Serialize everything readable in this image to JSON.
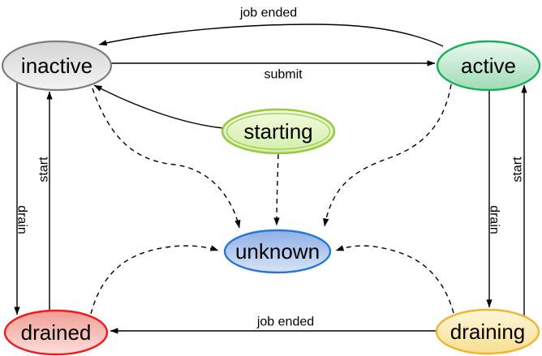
{
  "diagram_type": "state-machine",
  "background_color": "#ffffff",
  "text_color": "#000000",
  "edge_color": "#000000",
  "nodes": [
    {
      "id": "inactive",
      "label": "inactive",
      "border_color": "#7d7d7d",
      "fill_top": "#d5d5d5",
      "fill_bottom": "#f4f4f4",
      "double_border": false
    },
    {
      "id": "active",
      "label": "active",
      "border_color": "#17af57",
      "fill_top": "#ebf9f0",
      "fill_bottom": "#9edbb5",
      "double_border": false
    },
    {
      "id": "starting",
      "label": "starting",
      "border_color": "#96ca40",
      "fill_top": "#f2fbe0",
      "fill_bottom": "#d4eda8",
      "double_border": true
    },
    {
      "id": "unknown",
      "label": "unknown",
      "border_color": "#2478d4",
      "fill_top": "#8fb0e6",
      "fill_bottom": "#d8e3f8",
      "double_border": false
    },
    {
      "id": "drained",
      "label": "drained",
      "border_color": "#f21a1a",
      "fill_top": "#f09d96",
      "fill_bottom": "#fcdfdb",
      "double_border": false
    },
    {
      "id": "draining",
      "label": "draining",
      "border_color": "#f2b331",
      "fill_top": "#fdf6da",
      "fill_bottom": "#f8df90",
      "double_border": false
    }
  ],
  "edges": {
    "job_ended_top": {
      "from": "active",
      "to": "inactive",
      "label": "job ended",
      "style": "solid"
    },
    "submit": {
      "from": "inactive",
      "to": "active",
      "label": "submit",
      "style": "solid"
    },
    "starting_to_inactive": {
      "from": "starting",
      "to": "inactive",
      "label": "",
      "style": "solid"
    },
    "drain_left": {
      "from": "inactive",
      "to": "drained",
      "label": "drain",
      "style": "solid"
    },
    "start_left": {
      "from": "drained",
      "to": "inactive",
      "label": "start",
      "style": "solid"
    },
    "drain_right": {
      "from": "active",
      "to": "draining",
      "label": "drain",
      "style": "solid"
    },
    "start_right": {
      "from": "draining",
      "to": "active",
      "label": "start",
      "style": "solid"
    },
    "job_ended_bottom": {
      "from": "draining",
      "to": "drained",
      "label": "job ended",
      "style": "solid"
    },
    "inactive_to_unknown": {
      "from": "inactive",
      "to": "unknown",
      "label": "",
      "style": "dashed"
    },
    "starting_to_unknown": {
      "from": "starting",
      "to": "unknown",
      "label": "",
      "style": "dashed"
    },
    "active_to_unknown": {
      "from": "active",
      "to": "unknown",
      "label": "",
      "style": "dashed"
    },
    "drained_to_unknown": {
      "from": "drained",
      "to": "unknown",
      "label": "",
      "style": "dashed"
    },
    "draining_to_unknown": {
      "from": "draining",
      "to": "unknown",
      "label": "",
      "style": "dashed"
    }
  }
}
